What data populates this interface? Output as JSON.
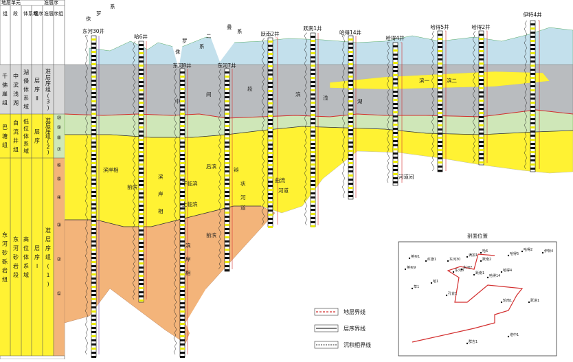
{
  "header": {
    "col1": "地层单元",
    "col_a": "组",
    "col_b": "段",
    "col_c": "体系域",
    "col_d": "层序",
    "col_e": "准层序组",
    "col_f": "准层序"
  },
  "strata_rows": [
    {
      "group": "千佛崖组",
      "member": "中滨浅湖",
      "system_tract": "湖侵体系域",
      "sequence": "层序Ⅱ",
      "parasequence_set": "准层序组(3)"
    },
    {
      "group": "巴塘组",
      "member": "自流井组",
      "system_tract": "低位体系域",
      "sequence": "层序",
      "parasequence_set": "准层序组(2)"
    },
    {
      "group": "东河砂砾岩组",
      "member": "东河砂岩段",
      "system_tract": "高位体系域",
      "sequence": "层序Ⅰ",
      "parasequence_set": "准层序组(1)"
    }
  ],
  "parasequence_numbers": [
    "⑩",
    "⑨",
    "⑧",
    "⑦",
    "⑥",
    "⑤",
    "④",
    "③",
    "②",
    "①"
  ],
  "wells": [
    "东河30井",
    "哈6井",
    "东河8井",
    "东河7井",
    "跃南2井",
    "跃南1井",
    "哈得14井",
    "哈得4井",
    "哈得5井",
    "哈得2井",
    "伊特4井"
  ],
  "top_labels": [
    "侏",
    "罗",
    "系",
    "侏",
    "罗",
    "系",
    "二",
    "叠",
    "系"
  ],
  "facies_labels": [
    "中",
    "间",
    "段",
    "滨",
    "浅",
    "湖",
    "滨",
    "岸",
    "相",
    "滨岸相",
    "前滨",
    "上临滨",
    "下临滨",
    "后滨",
    "前滨",
    "滨",
    "岸",
    "相",
    "辫",
    "状",
    "河",
    "道",
    "曲流",
    "河道",
    "河道间",
    "滨一",
    "滨二"
  ],
  "legend": {
    "items": [
      "地层界线",
      "层序界线",
      "沉积相界线"
    ],
    "colors": [
      "#d32f2f",
      "#333333",
      "#555555"
    ]
  },
  "location_map": {
    "title": "剖面位置",
    "points": [
      "英买1",
      "红旗1",
      "东河30",
      "满加1",
      "哈6",
      "英买9",
      "东河8",
      "东河7",
      "跃南1",
      "哈得14",
      "哈得4",
      "跃南2",
      "哈得5",
      "哈得2",
      "伊特4",
      "草1",
      "哈1",
      "孔雀1",
      "轮南1",
      "跃进1",
      "群古1",
      "塔中1"
    ]
  },
  "colors": {
    "gray_layer": "#b9bcbf",
    "blue_top": "#c3e0ec",
    "green_band": "#cfe7b8",
    "yellow_band": "#fff233",
    "orange_band": "#f3b47a",
    "red_line": "#d32f2f"
  }
}
